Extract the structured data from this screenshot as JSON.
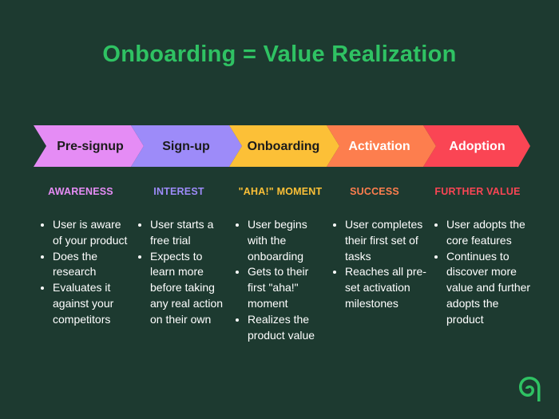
{
  "title": "Onboarding = Value Realization",
  "stages": [
    {
      "label": "Pre-signup",
      "heading": "AWARENESS",
      "fill": "#e58cf5",
      "heading_color": "#e58cf5",
      "bullets": [
        "User is aware of your product",
        "Does the research",
        "Evaluates it against your competitors"
      ]
    },
    {
      "label": "Sign-up",
      "heading": "INTEREST",
      "fill": "#9d8bf9",
      "heading_color": "#9d8bf9",
      "bullets": [
        "User starts a free trial",
        "Expects to learn more before taking any real action on their own"
      ]
    },
    {
      "label": "Onboarding",
      "heading": "\"AHA!\" MOMENT",
      "fill": "#fcc037",
      "heading_color": "#fcc037",
      "bullets": [
        "User begins with the onboarding",
        "Gets to their first \"aha!\" moment",
        "Realizes the product value"
      ]
    },
    {
      "label": "Activation",
      "heading": "SUCCESS",
      "fill": "#fd7e4e",
      "heading_color": "#fd7e4e",
      "bullets": [
        "User completes their first set of tasks",
        "Reaches all pre-set activation milestones"
      ]
    },
    {
      "label": "Adoption",
      "heading": "FURTHER VALUE",
      "fill": "#fa4554",
      "heading_color": "#fa4554",
      "bullets": [
        "User adopts the core features",
        "Continues to discover more value and further adopts the product"
      ]
    }
  ],
  "logo": {
    "icon": "chameleon-logo-icon",
    "color": "#2fc263"
  }
}
